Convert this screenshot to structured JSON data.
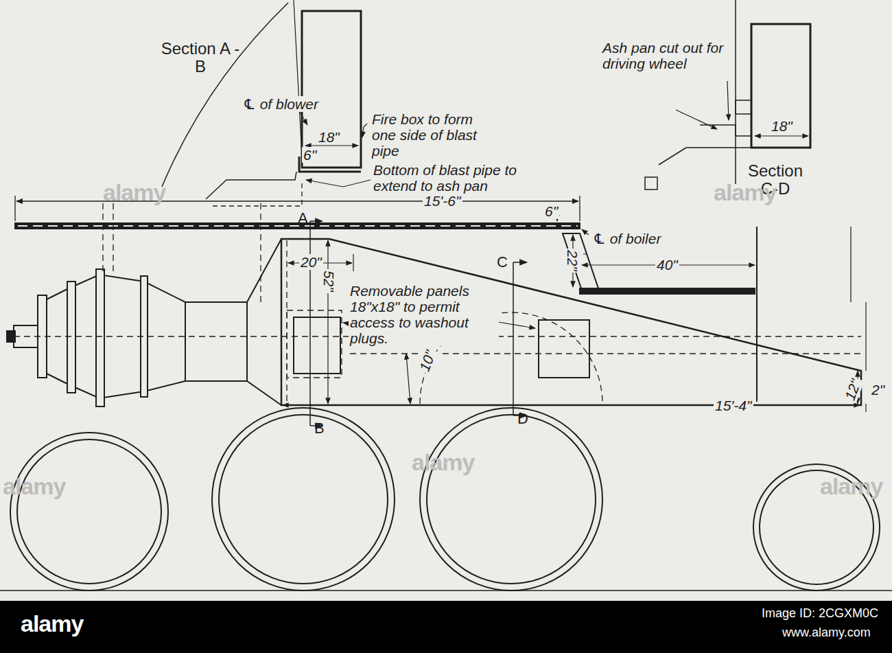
{
  "diagram": {
    "labels": [
      "Section A - B",
      "℄ of blower",
      "Fire box to form one side of blast pipe",
      "18\"",
      "6\"",
      "Bottom of blast pipe to extend to ash pan",
      "Ash pan cut out for driving wheel",
      "18\"",
      "Section C-D",
      "15'-6\"",
      "6\"",
      "℄ of boiler",
      "A",
      "22\"",
      "40\"",
      "C",
      "20\"",
      "52\"",
      "Removable panels 18\"x18\" to permit access to washout plugs.",
      "10\"",
      "12\"",
      "2\"",
      "B",
      "D",
      "15'-4\"",
      "alamy",
      "alamy",
      "alamy",
      "alamy",
      "alamy",
      "alamy",
      "Image ID: 2CGXM0C",
      "www.alamy.com"
    ]
  }
}
